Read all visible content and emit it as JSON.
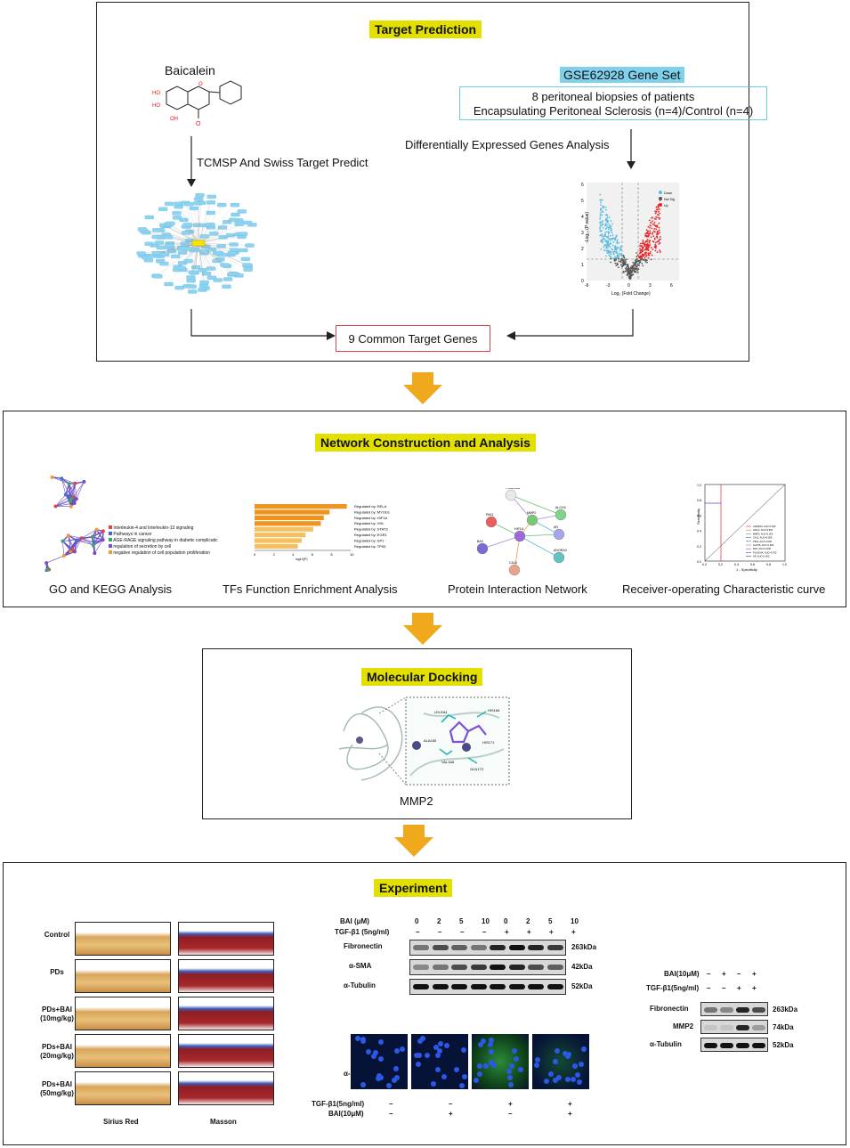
{
  "section1": {
    "title": "Target Prediction",
    "compound": "Baicalein",
    "gene_set": "GSE62928 Gene Set",
    "biopsy_line1": "8 peritoneal biopsies of patients",
    "biopsy_line2": "Encapsulating Peritoneal Sclerosis (n=4)/Control (n=4)",
    "left_step": "TCMSP And Swiss Target Predict",
    "right_step": "Differentially Expressed Genes Analysis",
    "common": "9 Common Target Genes",
    "volcano": {
      "yaxis": "-Log₁₀ (P value)",
      "xaxis": "Log₂ (Fold Change)",
      "yticks": [
        "6",
        "5",
        "4",
        "3",
        "2",
        "1",
        "0"
      ],
      "xticks": [
        "-6",
        "-3",
        "0",
        "3",
        "6"
      ],
      "legend": [
        "Down",
        "Not Sig",
        "Up"
      ]
    }
  },
  "section2": {
    "title": "Network Construction and Analysis",
    "labels": [
      "GO and KEGG Analysis",
      "TFs Function Enrichment Analysis",
      "Protein Interaction Network",
      "Receiver-operating Characteristic curve"
    ],
    "go_legend": [
      "Interleukin-4 and Interleukin-13 signaling",
      "Pathways in cancer",
      "AGE-RAGE signaling pathway in diabetic complicatic",
      "regulation of secretion by cell",
      "negative regulation of cell population proliferation"
    ],
    "tf_bars": [
      {
        "label": "Regulated by: RELA",
        "value": 9.6
      },
      {
        "label": "Regulated by: MYOD1",
        "value": 7.8
      },
      {
        "label": "Regulated by: HIF1A",
        "value": 7.2
      },
      {
        "label": "Regulated by: VHL",
        "value": 6.9
      },
      {
        "label": "Regulated by: STAT3",
        "value": 6.1
      },
      {
        "label": "Regulated by: EGR1",
        "value": 5.3
      },
      {
        "label": "Regulated by: SP1",
        "value": 4.9
      },
      {
        "label": "Regulated by: TP53",
        "value": 4.5
      }
    ],
    "tf_xticks": [
      "0",
      "2",
      "4",
      "6",
      "8",
      "10"
    ],
    "tf_xlabel": "log10(P)",
    "ppi_nodes": [
      "PLA2G4A",
      "ALOX5",
      "MMP2",
      "AR",
      "PIM1",
      "HIF1A",
      "BAX",
      "ADORA3",
      "CA12"
    ],
    "roc_legend": [
      "ADORA3, AUC=1.000",
      "HIF1A, AUC=0.500",
      "MMP2, AUC=0.000",
      "CA12, AUC=0.609",
      "PIM1, AUC=1.000",
      "ALOX5, AUC=1.000",
      "BAX, AUC=1.000",
      "PLA2G4A, AUC=0.750",
      "AR, AUC=1.000"
    ],
    "roc_xlabel": "1 - Specificity",
    "roc_ylabel": "Sensitivity",
    "roc_xticks": [
      "0.0",
      "0.2",
      "0.4",
      "0.6",
      "0.8",
      "1.0"
    ],
    "roc_yticks": [
      "1.0",
      "0.8",
      "0.6",
      "0.4",
      "0.2",
      "0.0"
    ]
  },
  "section3": {
    "title": "Molecular Docking",
    "target": "MMP2",
    "residues": [
      "LEU164",
      "HIS166",
      "ALA165",
      "VAL168",
      "GLN173",
      "HIS171"
    ]
  },
  "section4": {
    "title": "Experiment",
    "histo_rows": [
      "Control",
      "PDs",
      "PDs+BAI\n(10mg/kg)",
      "PDs+BAI\n(20mg/kg)",
      "PDs+BAI\n(50mg/kg)"
    ],
    "histo_cols": [
      "Sirius Red",
      "Masson"
    ],
    "wb1": {
      "bai_label": "BAI (μM)",
      "bai_values": [
        "0",
        "2",
        "5",
        "10",
        "0",
        "2",
        "5",
        "10"
      ],
      "tgf_label": "TGF-β1 (5ng/ml)",
      "tgf_values": [
        "–",
        "–",
        "–",
        "–",
        "+",
        "+",
        "+",
        "+"
      ],
      "proteins": [
        "Fibronectin",
        "α-SMA",
        "α-Tubulin"
      ],
      "sizes": [
        "263kDa",
        "42kDa",
        "52kDa"
      ]
    },
    "if": {
      "label": "α-SMA",
      "tgf_label": "TGF-β1(5ng/ml)",
      "bai_label": "BAI(10μM)",
      "tgf_values": [
        "–",
        "–",
        "+",
        "+"
      ],
      "bai_values": [
        "–",
        "+",
        "–",
        "+"
      ]
    },
    "wb2": {
      "bai_label": "BAI(10μM)",
      "bai_values": [
        "–",
        "+",
        "–",
        "+"
      ],
      "tgf_label": "TGF-β1(5ng/ml)",
      "tgf_values": [
        "–",
        "–",
        "+",
        "+"
      ],
      "proteins": [
        "Fibronectin",
        "MMP2",
        "α-Tubulin"
      ],
      "sizes": [
        "263kDa",
        "74kDa",
        "52kDa"
      ]
    }
  },
  "colors": {
    "highlight": "#e3e000",
    "arrow": "#f0a81c",
    "down": "#5bbde0",
    "up": "#e8252a",
    "node": "#8ed4f2"
  }
}
